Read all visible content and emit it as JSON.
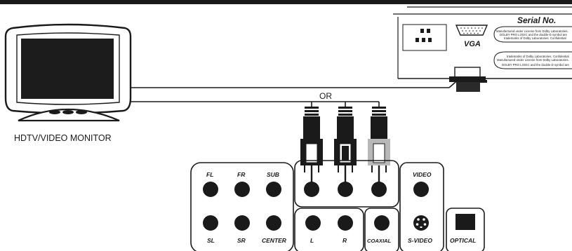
{
  "monitor": {
    "label": "HDTV/VIDEO MONITOR"
  },
  "cable": {
    "or_label": "OR"
  },
  "back_panel": {
    "serial_label": "Serial No.",
    "vga_label": "VGA",
    "license_lines_1": [
      "Manufactured under License from Dolby Laboratories.",
      "DOLBY PRO LOGIC and the double-D symbol are",
      "trademarks of Dolby Laboratories. Confidential"
    ],
    "license_lines_2": [
      "trademarks of Dolby Laboratories. Confidential",
      "Manufactured under License from Dolby Laboratories.",
      "DOLBY PRO LOGIC and the double-D symbol are"
    ]
  },
  "jacks": {
    "surround_top": [
      "FL",
      "FR",
      "SUB"
    ],
    "surround_bottom": [
      "SL",
      "SR",
      "CENTER"
    ],
    "stereo": [
      "L",
      "R"
    ],
    "coaxial": "COAXIAL",
    "video": "VIDEO",
    "svideo": "S-VIDEO",
    "optical": "OPTICAL"
  },
  "colors": {
    "ink": "#1a1a1a",
    "screen": "#1c1c1c",
    "white_plug": "#ffffff",
    "grey_plug": "#b8b8b8"
  }
}
